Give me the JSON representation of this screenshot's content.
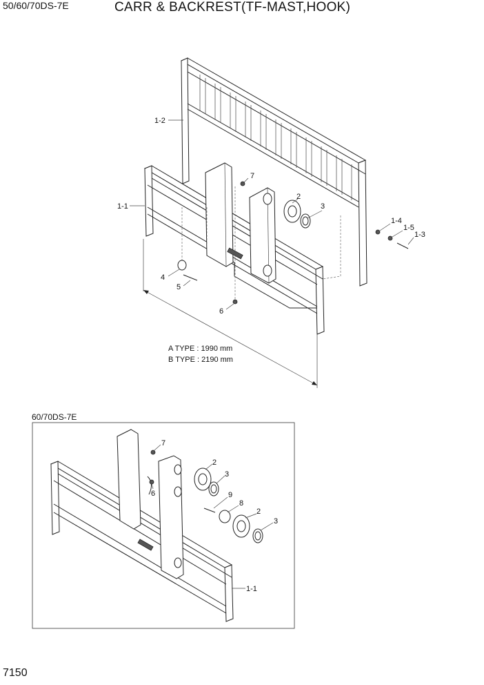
{
  "header": {
    "model_code": "50/60/70DS-7E",
    "title": "CARR & BACKREST(TF-MAST,HOOK)"
  },
  "main_diagram": {
    "callouts": [
      "1-2",
      "1-1",
      "7",
      "2",
      "3",
      "1-4",
      "1-5",
      "1-3",
      "4",
      "5",
      "6"
    ],
    "dimension_notes": {
      "a_type": "A TYPE : 1990 mm",
      "b_type": "B TYPE : 2190 mm"
    }
  },
  "inset_diagram": {
    "label": "60/70DS-7E",
    "callouts": [
      "7",
      "2",
      "3",
      "6",
      "9",
      "8",
      "2",
      "3",
      "1-1"
    ]
  },
  "footer": {
    "page_number": "7150"
  }
}
